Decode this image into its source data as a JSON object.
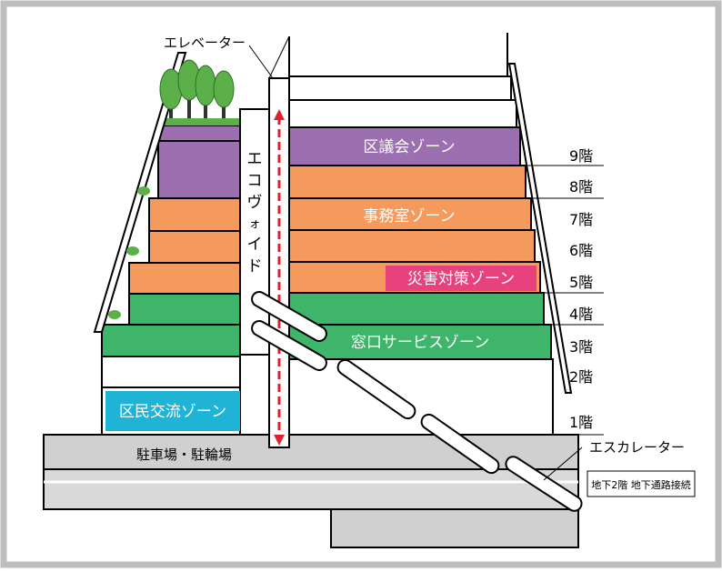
{
  "labels": {
    "elevator": "エレベーター",
    "escalator": "エスカレーター",
    "ecovoid": "エコヴォイド",
    "ecovoid_chars": [
      "エ",
      "コ",
      "ヴ",
      "ォ",
      "イ",
      "ド"
    ],
    "parking": "駐車場・駐輪場",
    "underground": "地下2階 地下通路接続"
  },
  "zones": {
    "assembly": "区議会ゾーン",
    "office": "事務室ゾーン",
    "disaster": "災害対策ゾーン",
    "service": "窓口サービスゾーン",
    "exchange": "区民交流ゾーン"
  },
  "floors": [
    "9階",
    "8階",
    "7階",
    "6階",
    "5階",
    "4階",
    "3階",
    "2階",
    "1階"
  ],
  "colors": {
    "purple": "#9b6fb0",
    "orange": "#f39a5c",
    "green": "#3fb56c",
    "cyan": "#1fb4d6",
    "pink": "#e8427e",
    "gray": "#cfcfcf",
    "arrow": "#e0202a",
    "tree": "#5cb04a"
  }
}
